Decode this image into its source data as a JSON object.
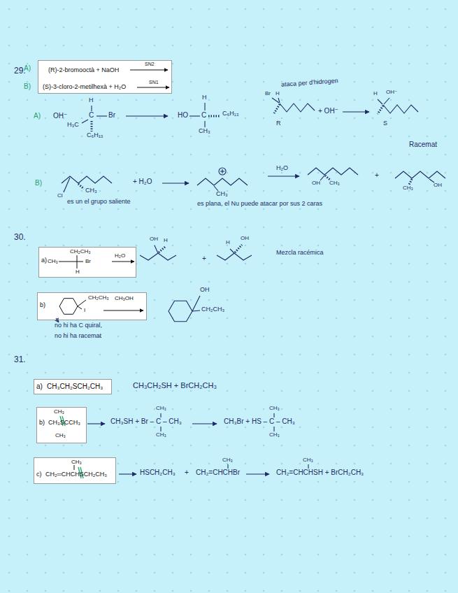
{
  "diagram": {
    "nodes": [
      {
        "text": [
          "(R)-2-bromooctà + NaOH",
          "SN2",
          "(S)-3-cloro-2-metilhexà + H₂O",
          "SN1"
        ]
      },
      {
        "text": [
          "a)",
          "CH₂CH₃",
          "CH₃",
          "Br",
          "H",
          "H₂O"
        ]
      },
      {
        "text": [
          "b)",
          "CH₂CH₃",
          "I",
          "CH₃OH"
        ]
      },
      {
        "text": [
          "a)",
          "CH₃CH₂SCH₂CH₃"
        ]
      },
      {
        "text": [
          "b)",
          "CH₃",
          "CH₃SCCH₃",
          "CH₃"
        ]
      },
      {
        "text": [
          "c)",
          "CH₃",
          "CH₂═CHCHSCH₂CH₃"
        ]
      }
    ],
    "labels": [
      "29.",
      "A)",
      "B)",
      "ataca per d'hidrogen",
      "A)",
      "OH⁻",
      "H",
      "C",
      "Br",
      "H₃C",
      "C₆H₁₃",
      "HO",
      "H",
      "C",
      "C₆H₁₃",
      "CH₃",
      "Br",
      "H",
      "+ OH⁻",
      "R",
      "H",
      "OH⁻",
      "S",
      "Racemat",
      "B)",
      "CH₃",
      "Cl",
      "+ H₂O",
      "es un el grupo saliente",
      "CH₃",
      "es plana, el Nu puede atacar por sus 2 caras",
      "H₂O",
      "OH",
      "CH₃",
      "+",
      "CH₃",
      "OH",
      "30.",
      "OH",
      "H",
      "+",
      "H",
      "OH",
      "Mezcla racémica",
      "OH",
      "CH₂CH₃",
      "no hi ha C quiral,",
      "no hi ha racemat",
      "31.",
      "CH₃CH₂SH + BrCH₂CH₃",
      "CH₃",
      "CH₃SH + Br – C – CH₃",
      "CH₃",
      "CH₃",
      "CH₃Br + HS – C – CH₃",
      "CH₃",
      "HSCH₂CH₃",
      "+",
      "CH₃",
      "CH₂=CHCHBr",
      "CH₃",
      "CH₂=CHCHSH + BrCH₂CH₃"
    ]
  }
}
